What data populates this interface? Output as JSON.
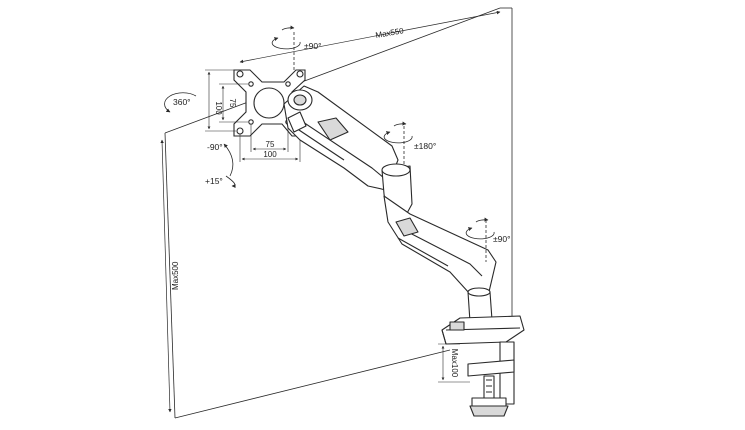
{
  "dimensions": {
    "max_reach": "Max550",
    "max_height": "Max500",
    "clamp_thickness": "Max100",
    "vesa_h_75": "75",
    "vesa_h_100": "100",
    "vesa_v_75": "75",
    "vesa_v_100": "100"
  },
  "rotations": {
    "monitor_rotation": "360°",
    "top_swivel": "±90°",
    "elbow_swivel": "±180°",
    "base_swivel": "±90°",
    "tilt_down": "-90°",
    "tilt_up": "+15°"
  },
  "colors": {
    "line": "#2a2a2a",
    "arm_fill": "#ffffff",
    "shade": "#d9d9d9"
  }
}
